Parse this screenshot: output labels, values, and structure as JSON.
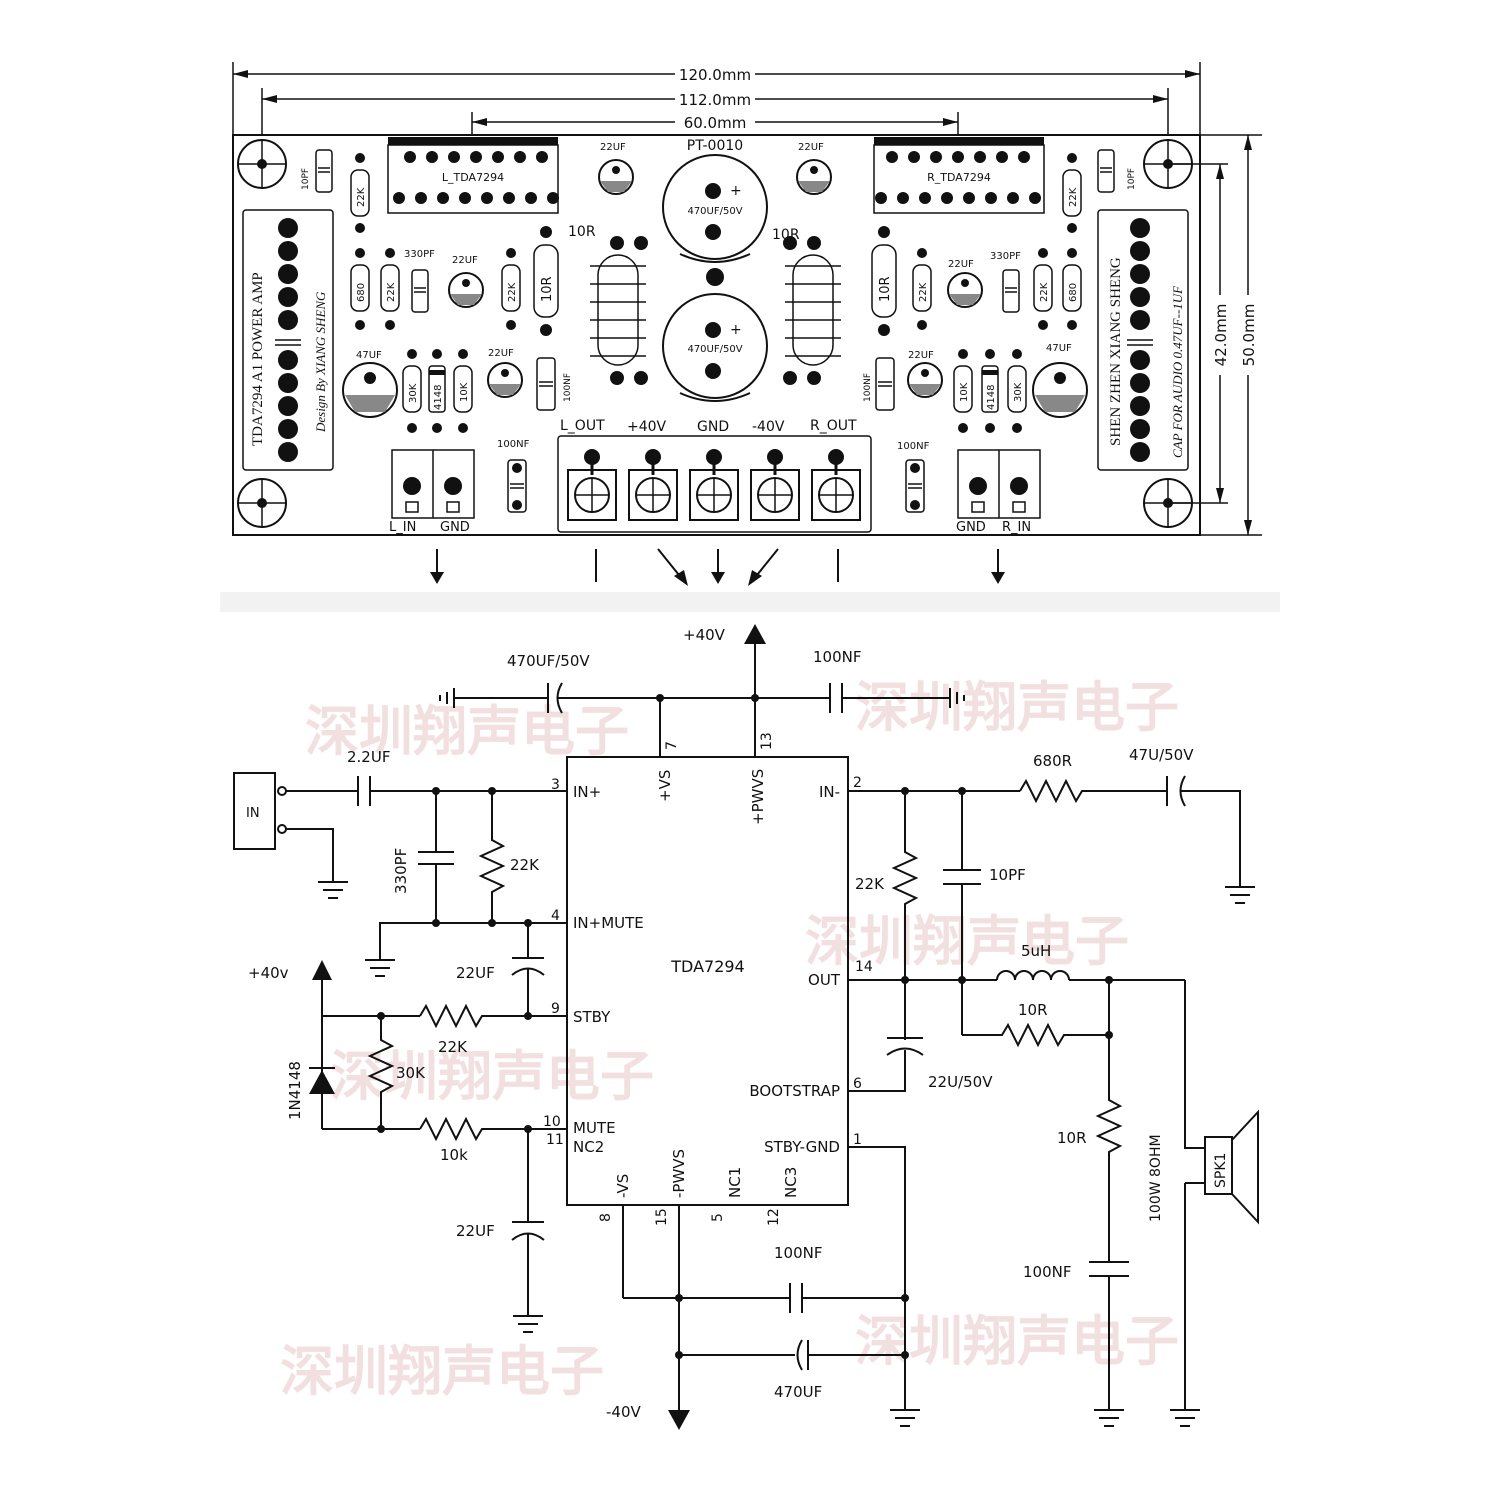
{
  "pcb": {
    "dims": {
      "d120": "120.0mm",
      "d112": "112.0mm",
      "d60": "60.0mm",
      "d42": "42.0mm",
      "d50": "50.0mm"
    },
    "board_code": "PT-0010",
    "left_title": "TDA7294 A1  POWER AMP",
    "left_designer": "Design By  XIANG SHENG",
    "right_title": "SHEN ZHEN XIANG SHENG",
    "right_cap_note": "CAP FOR AUDIO 0.47UF--1UF",
    "l_ic": "L_TDA7294",
    "r_ic": "R_TDA7294",
    "bulk_cap": "470UF/50V",
    "labels": {
      "c22uf": "22UF",
      "c47uf": "47UF",
      "c330pf": "330PF",
      "c10pf": "10PF",
      "c100nf": "100NF",
      "r22k": "22K",
      "r680": "680",
      "r10r": "10R",
      "r30k": "30K",
      "r10k": "10K",
      "d4148": "4148"
    },
    "terminals": [
      "L_OUT",
      "+40V",
      "GND",
      "-40V",
      "R_OUT"
    ],
    "left_input": [
      "L_IN",
      "GND"
    ],
    "right_input": [
      "GND",
      "R_IN"
    ]
  },
  "schematic": {
    "ic_name": "TDA7294",
    "pins": {
      "in_plus": "IN+",
      "in_plus_mute": "IN+MUTE",
      "stby": "STBY",
      "mute": "MUTE",
      "nc2": "NC2",
      "in_minus": "IN-",
      "out": "OUT",
      "bootstrap": "BOOTSTRAP",
      "stby_gnd": "STBY-GND",
      "vs_plus": "+VS",
      "pwvs_plus": "+PWVS",
      "vs_minus": "-VS",
      "pwvs_minus": "-PWVS",
      "nc1": "NC1",
      "nc3": "NC3"
    },
    "pin_numbers": {
      "p1": "1",
      "p2": "2",
      "p3": "3",
      "p4": "4",
      "p5": "5",
      "p6": "6",
      "p7": "7",
      "p8": "8",
      "p9": "9",
      "p10": "10",
      "p11": "11",
      "p12": "12",
      "p13": "13",
      "p14": "14",
      "p15": "15"
    },
    "components": {
      "c470": "470UF/50V",
      "c100nf_top": "100NF",
      "c2u2": "2.2UF",
      "c330pf": "330PF",
      "r22k_in": "22K",
      "c22uf_mute": "22UF",
      "r22k_stby": "22K",
      "r30k": "30K",
      "r10k": "10k",
      "diode": "1N4148",
      "c22uf_bottom": "22UF",
      "c100nf_bottom": "100NF",
      "c470uf_bottom": "470UF",
      "r680": "680R",
      "c47u": "47U/50V",
      "r22k_fb": "22K",
      "c10pf": "10PF",
      "l5uh": "5uH",
      "r10r_par": "10R",
      "c22u50": "22U/50V",
      "r10r_zob": "10R",
      "c100nf_zob": "100NF",
      "speaker": "SPK1",
      "speaker_rating": "100W 8OHM"
    },
    "rails": {
      "pos": "+40V",
      "neg": "-40V",
      "pos_small": "+40v"
    },
    "input_box": "IN"
  },
  "watermark": "深圳翔声电子"
}
